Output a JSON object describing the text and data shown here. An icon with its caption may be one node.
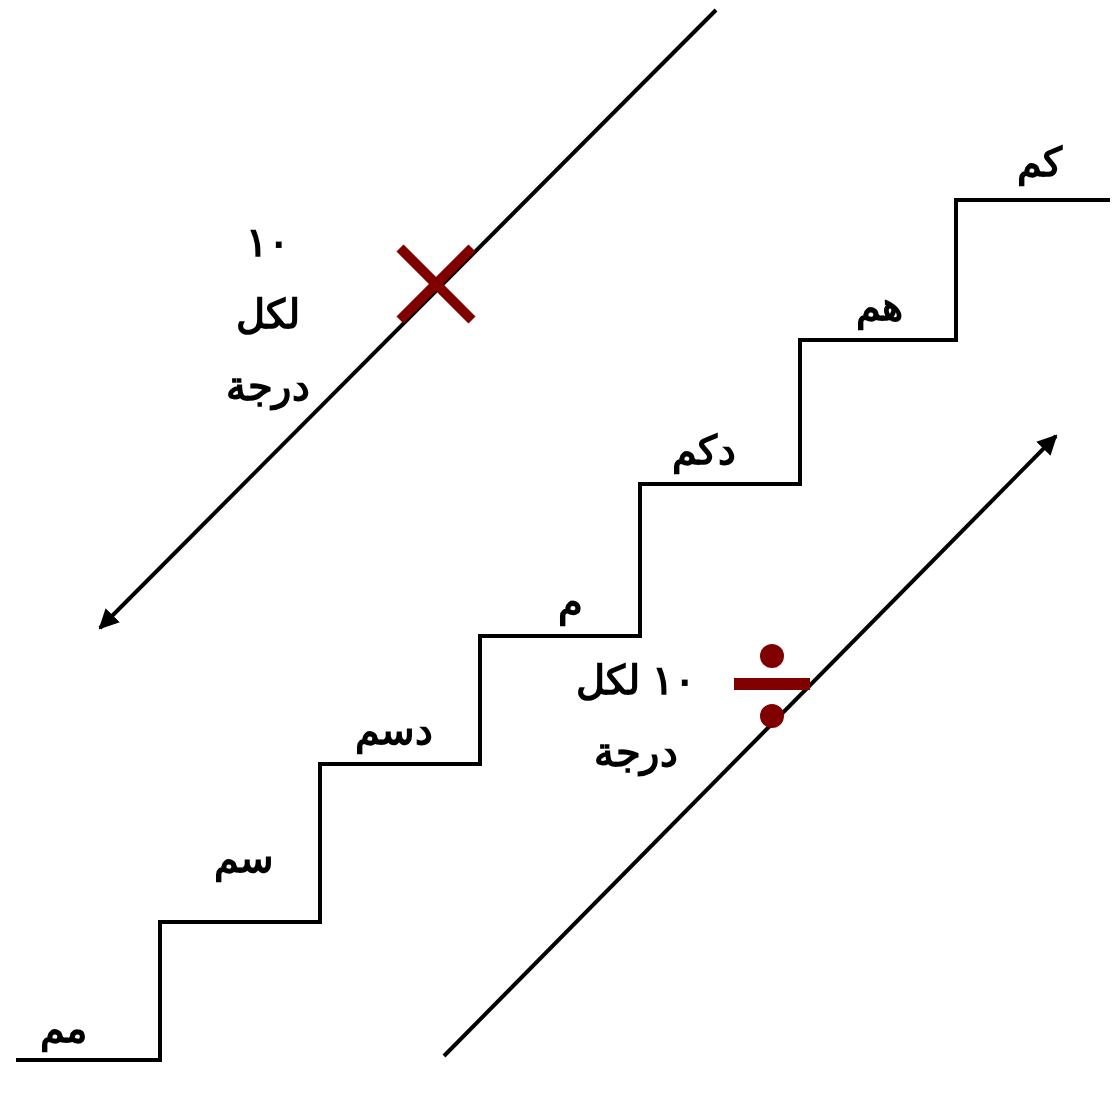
{
  "diagram": {
    "labels": [
      "كم",
      "هم",
      "دكم",
      "م",
      "دسم",
      "سم",
      "مم",
      "١٠ لكل درجة",
      "١٠ لكل درجة"
    ]
  }
}
